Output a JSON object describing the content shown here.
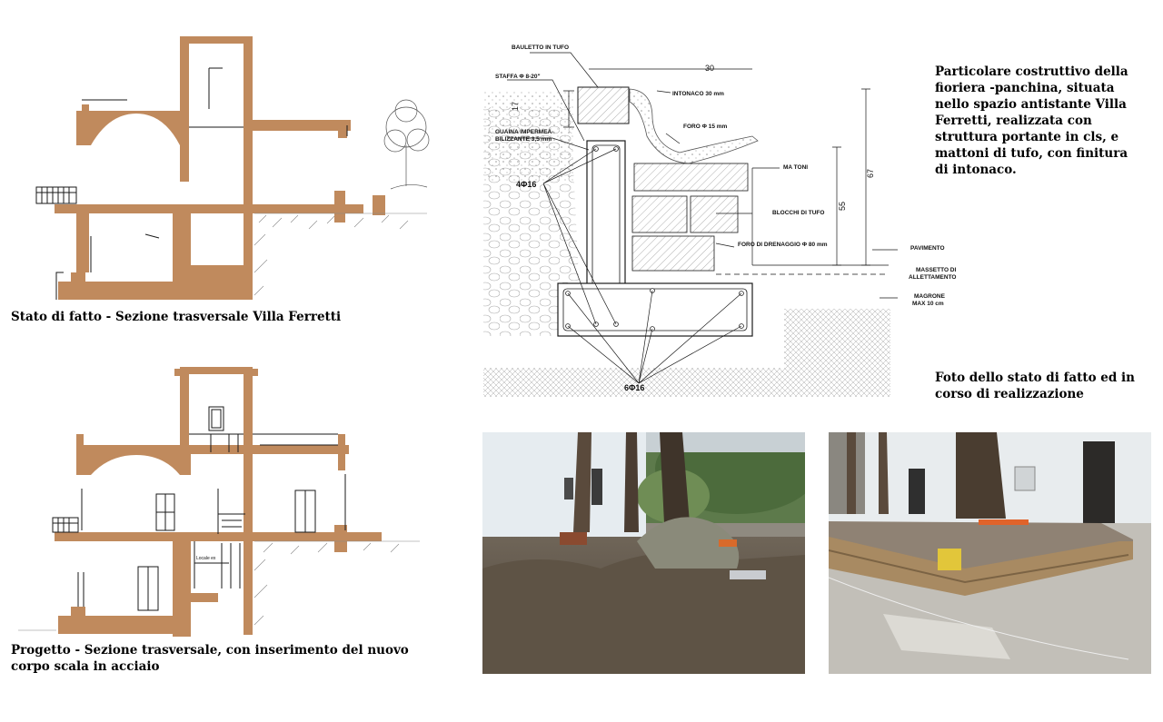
{
  "captions": {
    "stato_di_fatto": "Stato di fatto - Sezione trasversale Villa Ferretti",
    "progetto_line1": "Progetto - Sezione trasversale, con inserimento del nuovo",
    "progetto_line2": "corpo scala in acciaio",
    "particolare": [
      "Particolare costruttivo della",
      "fioriera -panchina, situata",
      "nello spazio antistante Villa",
      "Ferretti, realizzata con",
      "struttura portante in cls, e",
      "mattoni di tufo, con finitura",
      "di intonaco."
    ],
    "foto": [
      "Foto dello stato di fatto ed in",
      "corso di realizzazione"
    ]
  },
  "detail_labels": {
    "bauletto": "BAULETTO IN TUFO",
    "staffa": "STAFFA Φ 8-20\"",
    "intonaco": "INTONACO 30 mm",
    "guaina_1": "GUAINA IMPERMEA-",
    "guaina_2": "BILIZZANTE 3,5 mm",
    "foro": "FORO Φ 15 mm",
    "mattoni": "MA TONI",
    "blocchi": "BLOCCHI DI TUFO",
    "foro_drenaggio": "FORO DI DRENAGGIO Φ 80 mm",
    "pavimento": "PAVIMENTO",
    "massetto_1": "MASSETTO DI",
    "massetto_2": "ALLETTAMENTO",
    "magrone_1": "MAGRONE",
    "magrone_2": "MAX 10 cm",
    "rebar_4": "4Φ16",
    "rebar_6": "6Φ16",
    "dim_top": "30",
    "dim_17": "17",
    "dim_55": "55",
    "dim_67": "67"
  },
  "section_labels": {
    "locale": "Locale ex"
  },
  "colors": {
    "wall": "#c08a5d",
    "line": "#1a1a1a",
    "hatch": "#9a9a9a"
  }
}
